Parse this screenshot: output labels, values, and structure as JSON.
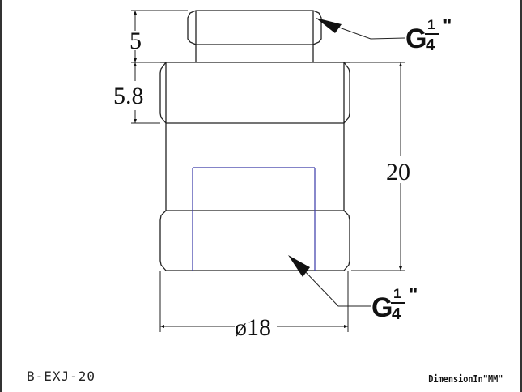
{
  "drawing": {
    "part_number": "B-EXJ-20",
    "units_note": "DimensionIn\"MM\"",
    "dimensions": {
      "top_thread_height": "5",
      "hex_height": "5.8",
      "body_height": "20",
      "diameter": "ø18"
    },
    "callouts": {
      "top_thread": {
        "letter": "G",
        "num": "1",
        "den": "4",
        "suffix": "\""
      },
      "bottom_thread": {
        "letter": "G",
        "num": "1",
        "den": "4",
        "suffix": "\""
      }
    },
    "colors": {
      "line": "#222222",
      "inner_bore": "#3a3aa8",
      "background": "#ffffff"
    }
  }
}
